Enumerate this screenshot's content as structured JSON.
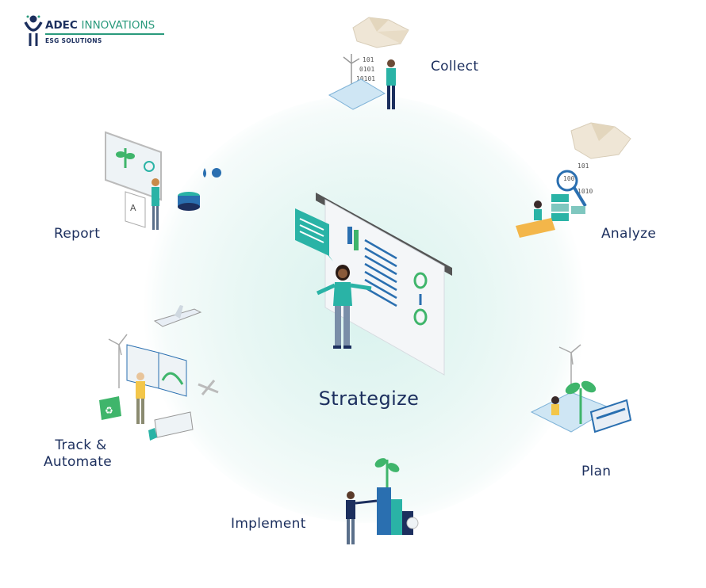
{
  "logo": {
    "brand_main": "ADEC",
    "brand_sub": "INNOVATIONS",
    "tagline": "ESG SOLUTIONS"
  },
  "center": {
    "label": "Strategize"
  },
  "steps": [
    {
      "id": "collect",
      "label": "Collect"
    },
    {
      "id": "analyze",
      "label": "Analyze"
    },
    {
      "id": "plan",
      "label": "Plan"
    },
    {
      "id": "implement",
      "label": "Implement"
    },
    {
      "id": "track",
      "label_line1": "Track &",
      "label_line2": "Automate"
    },
    {
      "id": "report",
      "label": "Report"
    }
  ],
  "colors": {
    "navy": "#1c2f5e",
    "teal": "#2ab3a6",
    "green": "#3fb56b",
    "blue": "#2a6fb0",
    "glow": "#dff3ef"
  },
  "icons": [
    "cloud-icon",
    "wind-turbine-icon",
    "person-icon",
    "magnifier-icon",
    "recycle-icon",
    "truck-icon",
    "bus-icon",
    "plant-icon",
    "airplane-icon",
    "monitor-icon",
    "whiteboard-icon"
  ]
}
